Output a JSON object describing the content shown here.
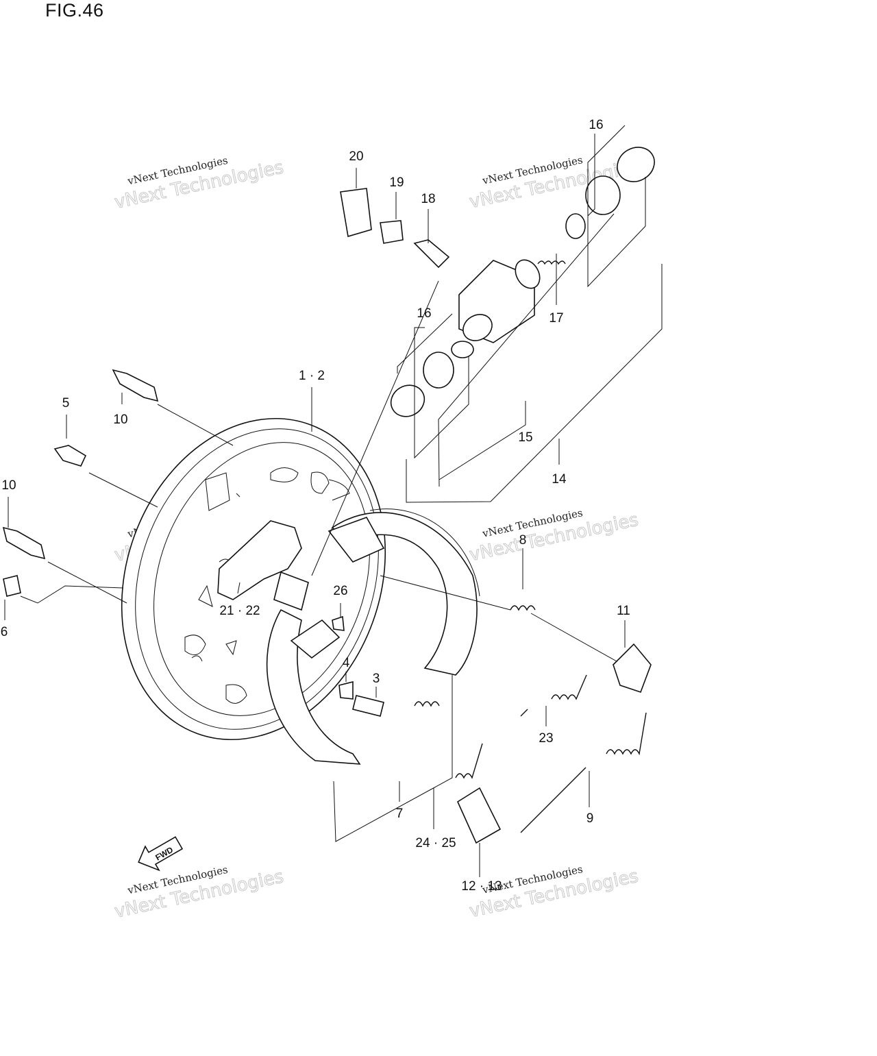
{
  "figure": {
    "title": "FIG.46"
  },
  "labels": {
    "l_20": "20",
    "l_19": "19",
    "l_18": "18",
    "l_16a": "16",
    "l_17": "17",
    "l_16b": "16",
    "l_1_2": "1 · 2",
    "l_15": "15",
    "l_14": "14",
    "l_10a": "10",
    "l_5": "5",
    "l_10b": "10",
    "l_6": "6",
    "l_21_22": "21 · 22",
    "l_26": "26",
    "l_8": "8",
    "l_11": "11",
    "l_4": "4",
    "l_3": "3",
    "l_23": "23",
    "l_7": "7",
    "l_9": "9",
    "l_24_25": "24 · 25",
    "l_12_13": "12 · 13"
  },
  "watermark": {
    "line1": "vNext Technologies",
    "line2": "vNext Technologies"
  },
  "icons": {
    "direction_arrow": "fwd-arrow-icon",
    "arrow_text": "FWD"
  }
}
